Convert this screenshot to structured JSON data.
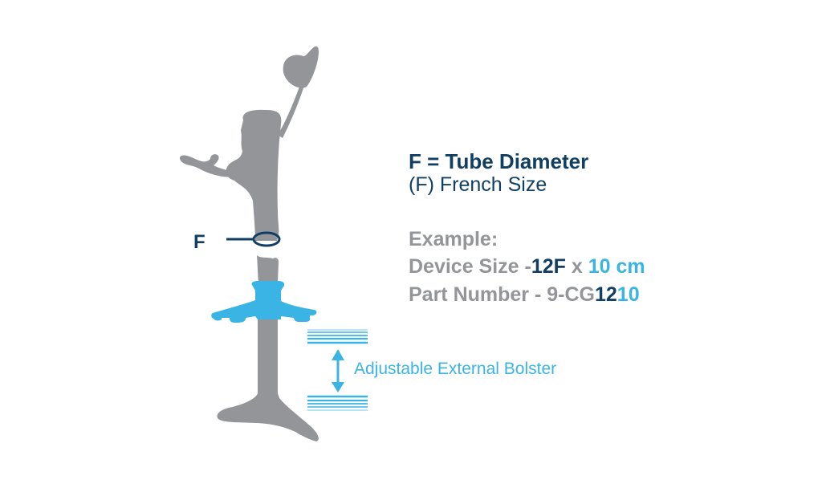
{
  "legend": {
    "title": "F = Tube Diameter",
    "subtitle": "(F) French Size"
  },
  "example": {
    "heading": "Example:",
    "device_size": {
      "prefix": "Device Size -",
      "french": "12F",
      "separator": " x ",
      "length": "10 cm"
    },
    "part_number": {
      "prefix": "Part Number - 9-CG",
      "french_digits": "12",
      "length_digits": "10"
    }
  },
  "diagram": {
    "f_marker_label": "F",
    "bolster_label": "Adjustable External Bolster",
    "colors": {
      "device_gray": "#939598",
      "navy": "#103f63",
      "cyan": "#3ab4e5"
    }
  }
}
